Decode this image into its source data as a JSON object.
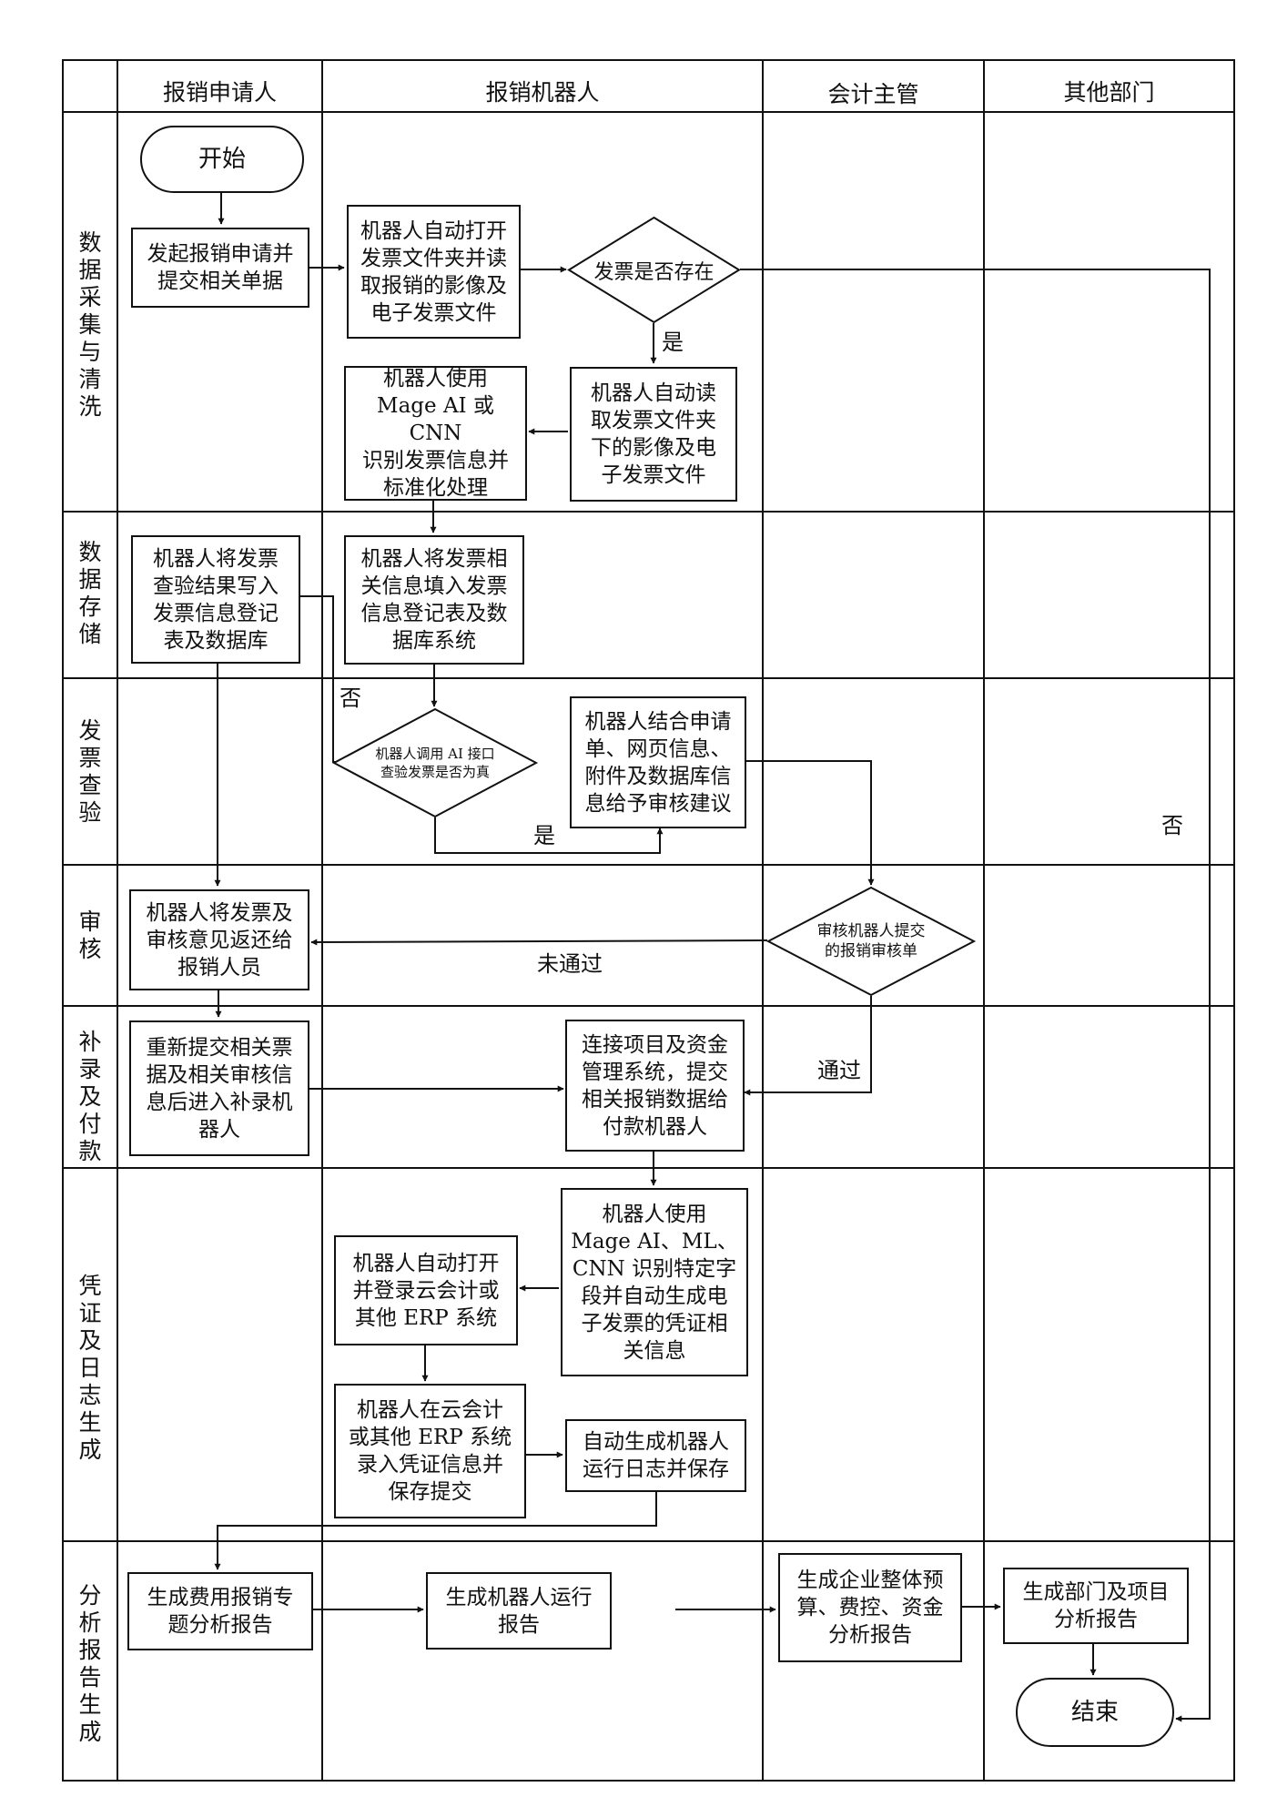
{
  "lanes": [
    "报销申请人",
    "报销机器人",
    "会计主管",
    "其他部门"
  ],
  "phases": [
    "数据采集与清洗",
    "数据存储",
    "发票查验",
    "审核",
    "补录及付款",
    "凭证及日志生成",
    "分析报告生成"
  ],
  "nodes": {
    "start": "开始",
    "submit": "发起报销申请并\n提交相关单据",
    "open_folder": "机器人自动打开\n发票文件夹并读\n取报销的影像及\n电子发票文件",
    "invoice_exists": "发票是否存在",
    "read_files": "机器人自动读\n取发票文件夹\n下的影像及电\n子发票文件",
    "ocr": "机器人使用\nMage AI 或 CNN\n识别发票信息并\n标准化处理",
    "fill_register": "机器人将发票相\n关信息填入发票\n信息登记表及数\n据库系统",
    "write_result": "机器人将发票\n查验结果写入\n发票信息登记\n表及数据库",
    "verify_ai": "机器人调用 AI 接口\n查验发票是否为真",
    "audit_advice": "机器人结合申请\n单、网页信息、\n附件及数据库信\n息给予审核建议",
    "review": "审核机器人提交\n的报销审核单",
    "return": "机器人将发票及\n审核意见返还给\n报销人员",
    "resubmit": "重新提交相关票\n据及相关审核信\n息后进入补录机\n器人",
    "payment": "连接项目及资金\n管理系统，提交\n相关报销数据给\n付款机器人",
    "voucher_info": "机器人使用\nMage AI、ML、\nCNN 识别特定字\n段并自动生成电\n子发票的凭证相\n关信息",
    "login_erp": "机器人自动打开\n并登录云会计或\n其他 ERP 系统",
    "input_voucher": "机器人在云会计\n或其他 ERP 系统\n录入凭证信息并\n保存提交",
    "gen_log": "自动生成机器人\n运行日志并保存",
    "expense_report": "生成费用报销专\n题分析报告",
    "robot_report": "生成机器人运行\n报告",
    "enterprise_report": "生成企业整体预\n算、费控、资金\n分析报告",
    "dept_report": "生成部门及项目\n分析报告",
    "end": "结束"
  },
  "edge_labels": {
    "yes_exists": "是",
    "no_exists": "否",
    "no_verify": "否",
    "yes_verify": "是",
    "rejected": "未通过",
    "passed": "通过"
  }
}
